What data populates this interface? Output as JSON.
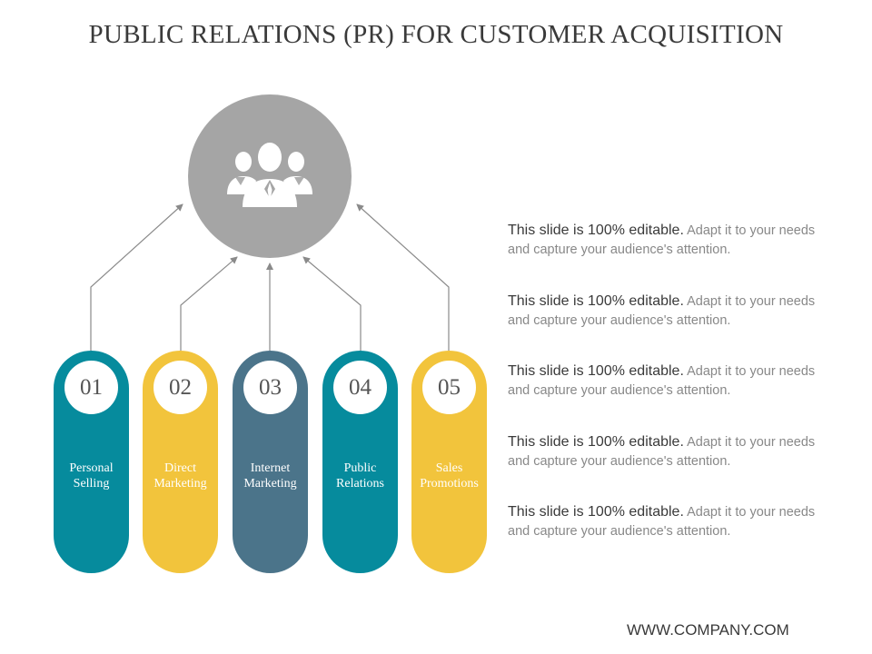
{
  "title": "PUBLIC RELATIONS (PR) FOR CUSTOMER ACQUISITION",
  "hub": {
    "icon": "people-group-icon",
    "color": "#a5a5a5"
  },
  "colors": {
    "teal": "#068b9d",
    "yellow": "#f2c43c",
    "slate": "#4b748a",
    "arrow": "#8a8a8a"
  },
  "items": [
    {
      "number": "01",
      "label_line1": "Personal",
      "label_line2": "Selling",
      "color": "#068b9d"
    },
    {
      "number": "02",
      "label_line1": "Direct",
      "label_line2": "Marketing",
      "color": "#f2c43c"
    },
    {
      "number": "03",
      "label_line1": "Internet",
      "label_line2": "Marketing",
      "color": "#4b748a"
    },
    {
      "number": "04",
      "label_line1": "Public",
      "label_line2": "Relations",
      "color": "#068b9d"
    },
    {
      "number": "05",
      "label_line1": "Sales",
      "label_line2": "Promotions",
      "color": "#f2c43c"
    }
  ],
  "descriptions": [
    {
      "lead": "This slide is 100% editable.",
      "body": " Adapt it to your needs and capture your audience's attention."
    },
    {
      "lead": "This slide is 100% editable.",
      "body": " Adapt it to your needs and capture your audience's attention."
    },
    {
      "lead": "This slide is 100% editable.",
      "body": " Adapt it to your needs and capture your audience's attention."
    },
    {
      "lead": "This slide is 100% editable.",
      "body": " Adapt it to your needs and capture your audience's attention."
    },
    {
      "lead": "This slide is 100% editable.",
      "body": " Adapt it to your needs and capture your audience's attention."
    }
  ],
  "footer": "WWW.COMPANY.COM"
}
